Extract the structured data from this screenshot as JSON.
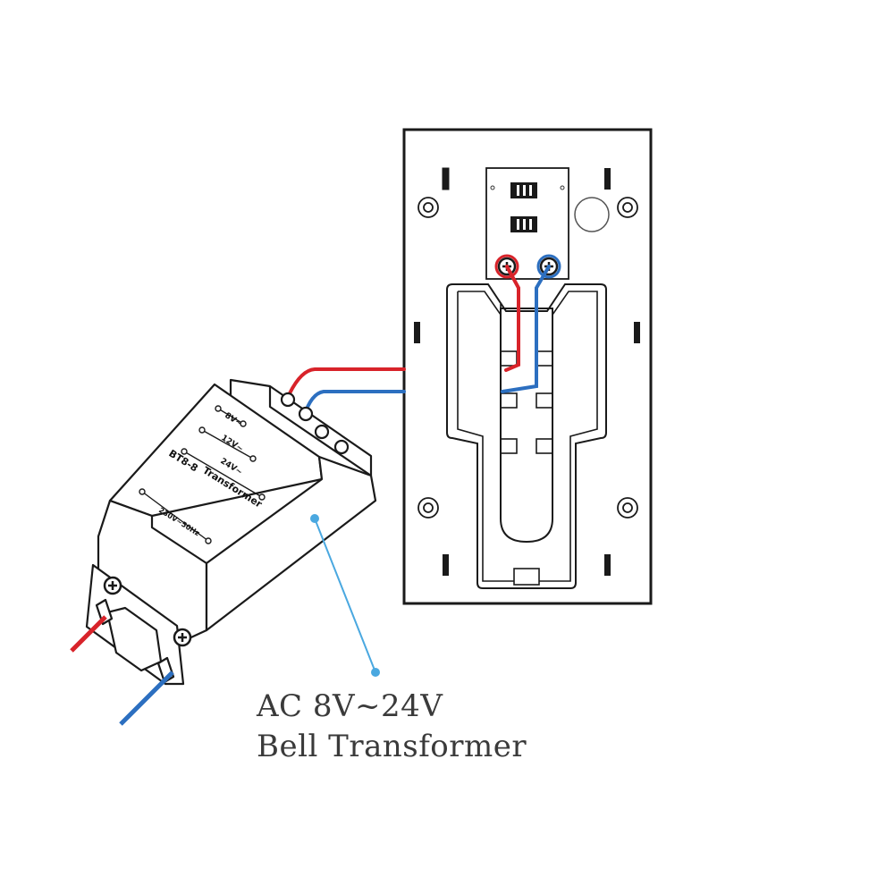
{
  "caption": {
    "line1": "AC 8V~24V",
    "line2": "Bell Transformer"
  },
  "transformer": {
    "tap_8v": "8V~",
    "tap_12v": "12V~",
    "tap_24v": "24V~",
    "model": "BT8-8",
    "name": "Transformer",
    "mains": "230V~50Hz"
  },
  "colors": {
    "wire_red": "#d8232a",
    "wire_blue": "#2c6fc0",
    "leader": "#4aa8e0",
    "outline": "#1a1a1a"
  }
}
